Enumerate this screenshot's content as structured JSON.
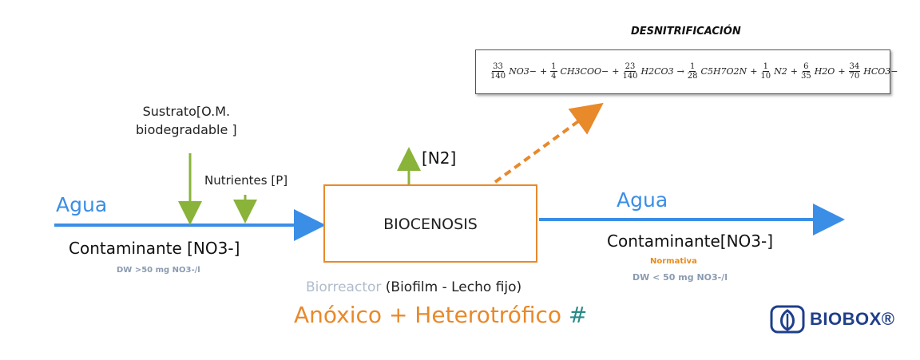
{
  "diagram": {
    "title": "DESNITRIFICACIÓN",
    "equation": {
      "terms": [
        {
          "num": "33",
          "den": "140",
          "species": "NO3−"
        },
        {
          "op": "+"
        },
        {
          "num": "1",
          "den": "4",
          "species": "CH3COO−"
        },
        {
          "op": "+"
        },
        {
          "num": "23",
          "den": "140",
          "species": "H2CO3"
        },
        {
          "op": "→"
        },
        {
          "num": "1",
          "den": "28",
          "species": "C5H7O2N"
        },
        {
          "op": "+"
        },
        {
          "num": "1",
          "den": "10",
          "species": "N2"
        },
        {
          "op": "+"
        },
        {
          "num": "6",
          "den": "35",
          "species": "H2O"
        },
        {
          "op": "+"
        },
        {
          "num": "34",
          "den": "70",
          "species": "HCO3−"
        }
      ]
    },
    "sustrato_line1": "Sustrato[O.M.",
    "sustrato_line2": "biodegradable ]",
    "nutrientes": "Nutrientes [P]",
    "n2_label": "[N2]",
    "agua_in": "Agua",
    "agua_out": "Agua",
    "contaminante_in": "Contaminante [NO3-]",
    "contaminante_out": "Contaminante[NO3-]",
    "dw_in": "DW >50 mg NO3-/l",
    "normativa": "Normativa",
    "dw_out": "DW < 50 mg NO3-/l",
    "box_label": "BIOCENOSIS",
    "biorreactor": "Biorreactor",
    "biofilm": "(Biofilm - Lecho fijo)",
    "anoxico": "Anóxico + Heterotrófico",
    "hash": "#",
    "logo_text": "BIOBOX®"
  },
  "colors": {
    "water_blue": "#3a8ee6",
    "green_arrow": "#8ab33a",
    "orange": "#e8892a",
    "logo_blue": "#1f3f8a"
  }
}
